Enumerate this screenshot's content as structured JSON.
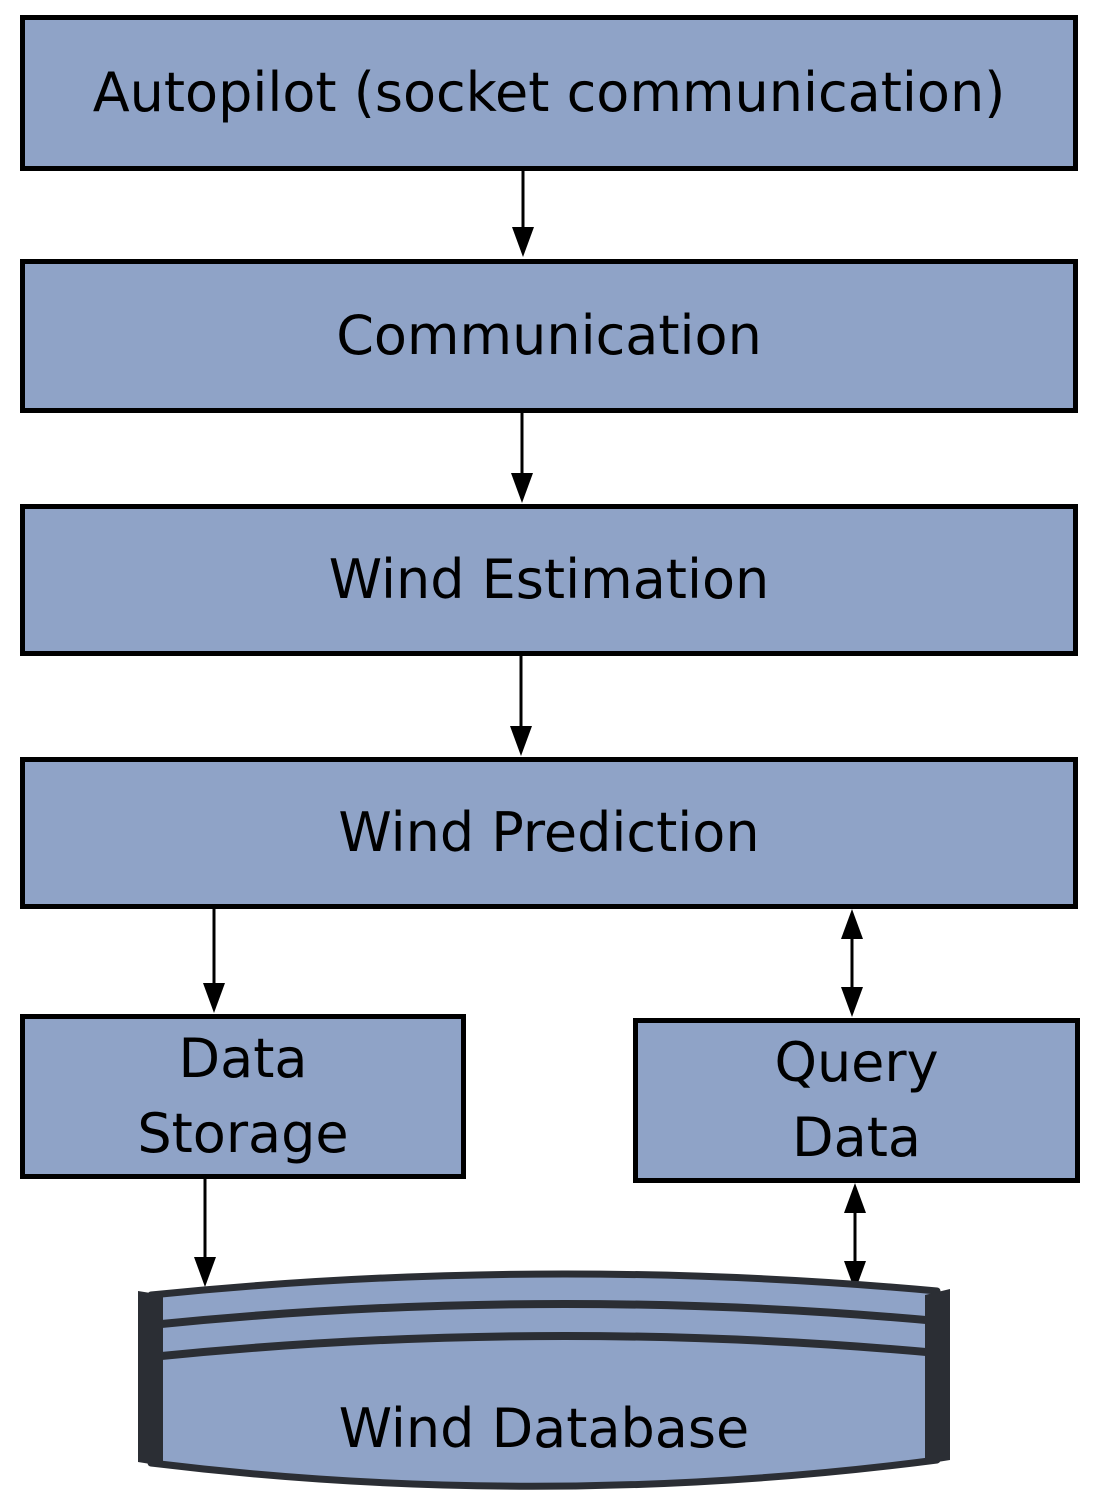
{
  "colors": {
    "node_fill": "#8fa3c7",
    "node_border": "#000000",
    "db_frame": "#2b2e34",
    "arrow": "#000000",
    "text": "#000000",
    "background": "#ffffff"
  },
  "nodes": {
    "autopilot": {
      "label": "Autopilot (socket communication)"
    },
    "communication": {
      "label": "Communication"
    },
    "wind_estimation": {
      "label": "Wind Estimation"
    },
    "wind_prediction": {
      "label": "Wind Prediction"
    },
    "data_storage": {
      "label": "Data Storage",
      "lines": [
        "Data",
        "Storage"
      ]
    },
    "query_data": {
      "label": "Query Data",
      "lines": [
        "Query",
        "Data"
      ]
    },
    "wind_database": {
      "label": "Wind Database",
      "shape": "database"
    }
  },
  "edges": [
    {
      "from": "autopilot",
      "to": "communication",
      "heads": "single",
      "direction": "down"
    },
    {
      "from": "communication",
      "to": "wind_estimation",
      "heads": "single",
      "direction": "down"
    },
    {
      "from": "wind_estimation",
      "to": "wind_prediction",
      "heads": "single",
      "direction": "down"
    },
    {
      "from": "wind_prediction",
      "to": "data_storage",
      "heads": "single",
      "direction": "down"
    },
    {
      "from": "wind_prediction",
      "to": "query_data",
      "heads": "double",
      "direction": "both"
    },
    {
      "from": "data_storage",
      "to": "wind_database",
      "heads": "single",
      "direction": "down"
    },
    {
      "from": "query_data",
      "to": "wind_database",
      "heads": "double",
      "direction": "both"
    }
  ]
}
